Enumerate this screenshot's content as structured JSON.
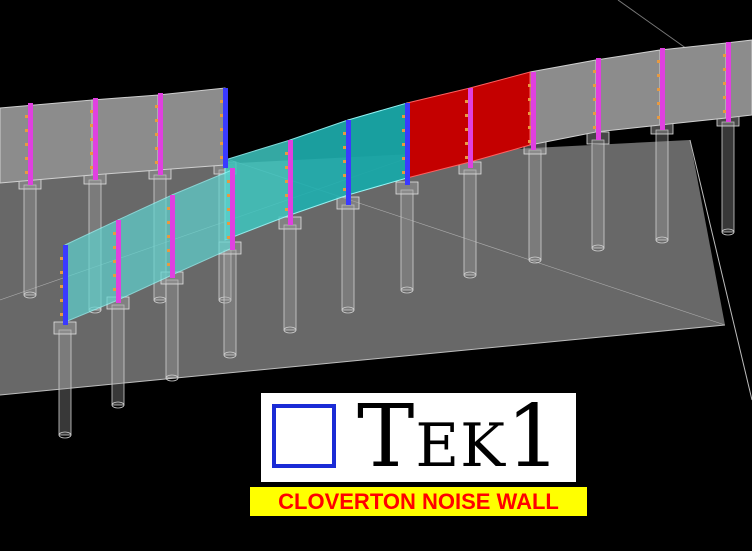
{
  "logo": {
    "text_big_1": "T",
    "text_small": "EK",
    "text_big_2": "1"
  },
  "caption": "CLOVERTON NOISE WALL",
  "colors": {
    "background": "#000000",
    "panel_grey": "#8c8c8c",
    "panel_cyan": "#3ec6c0",
    "panel_red": "#c40000",
    "post_magenta": "#e040e0",
    "post_blue": "#3a3aff",
    "pile_grey": "#a0a0a0",
    "logo_square_blue": "#1a2bd6",
    "caption_bg": "#ffff00",
    "caption_text": "#ff0000"
  }
}
